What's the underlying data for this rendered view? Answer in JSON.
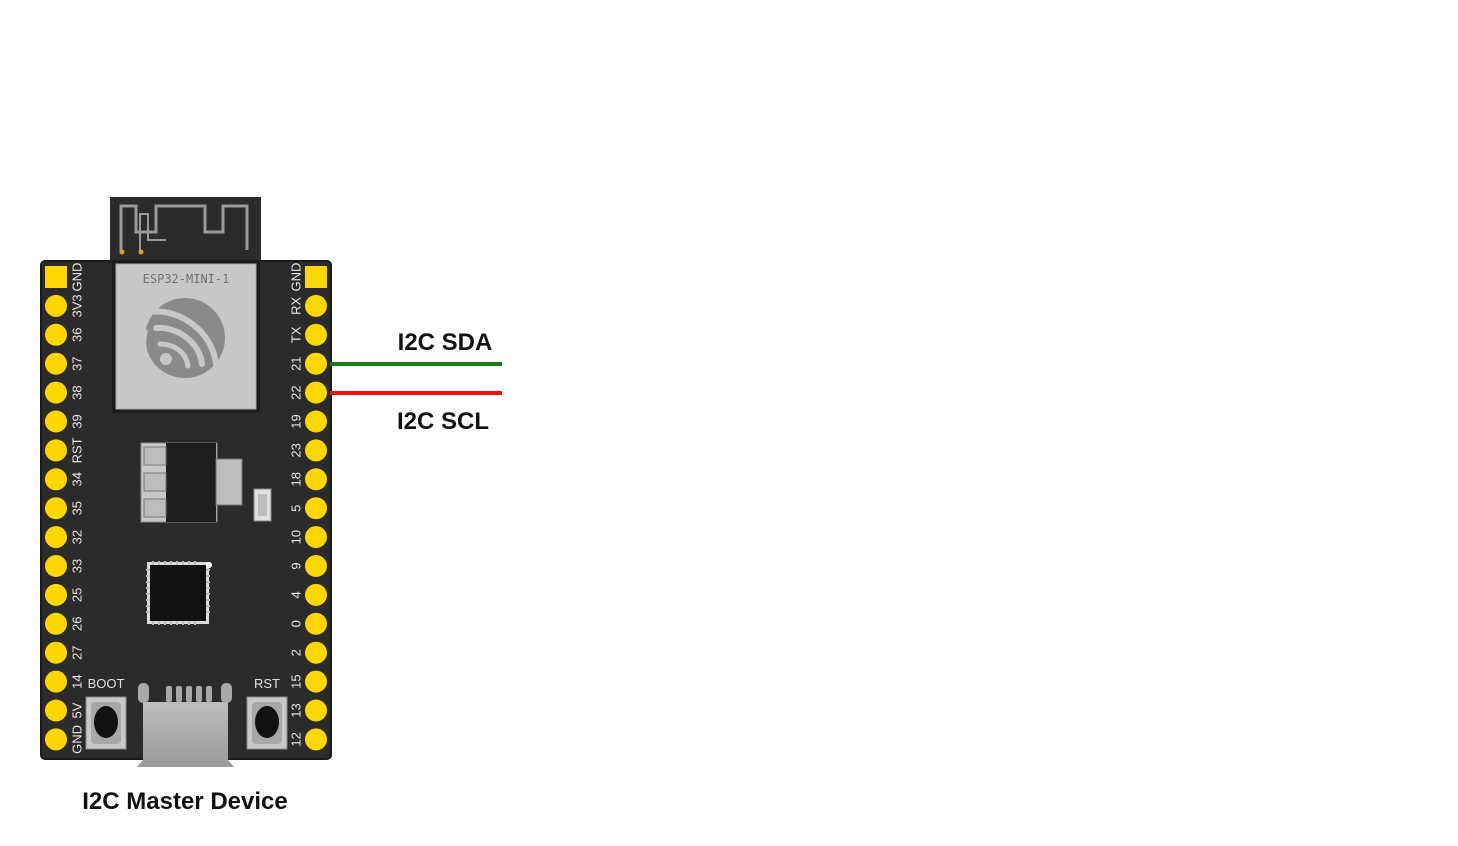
{
  "board": {
    "module_label": "ESP32-MINI-1",
    "caption": "I2C Master Device",
    "left_pins": [
      "GND",
      "3V3",
      "36",
      "37",
      "38",
      "39",
      "RST",
      "34",
      "35",
      "32",
      "33",
      "25",
      "26",
      "27",
      "14",
      "5V",
      "GND"
    ],
    "right_pins": [
      "GND",
      "RX",
      "TX",
      "21",
      "22",
      "19",
      "23",
      "18",
      "5",
      "10",
      "9",
      "4",
      "0",
      "2",
      "15",
      "13",
      "12"
    ],
    "boot_label": "BOOT",
    "rst_label": "RST"
  },
  "signals": {
    "sda_label": "I2C SDA",
    "scl_label": "I2C SCL"
  },
  "colors": {
    "pcb": "#2b2b2b",
    "pin": "#ffd700",
    "sda_wire": "#1a7a1a",
    "scl_wire": "#ee1111",
    "shield": "#c8c8c8"
  }
}
